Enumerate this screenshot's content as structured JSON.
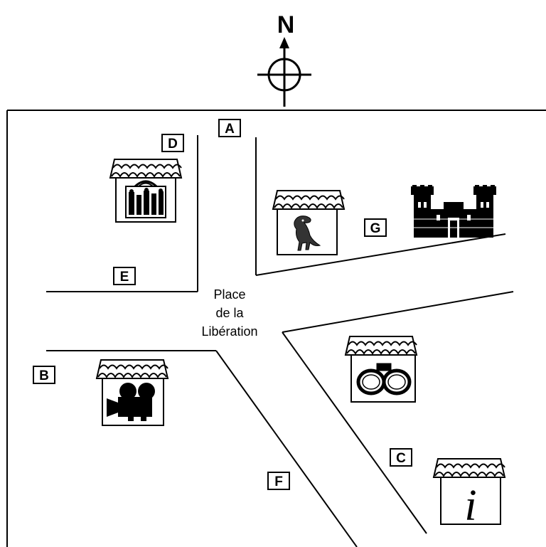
{
  "compass": {
    "label": "N",
    "icon": "compass-north-icon"
  },
  "place": {
    "line1": "Place",
    "line2": "de la",
    "line3": "Libération"
  },
  "labels": {
    "A": "A",
    "B": "B",
    "C": "C",
    "D": "D",
    "E": "E",
    "F": "F",
    "G": "G"
  },
  "buildings": {
    "shop": "shopping-bag-icon",
    "museum": "dinosaur-icon",
    "cinema": "movie-camera-icon",
    "police": "handcuffs-icon",
    "info": "i",
    "castle": "castle-icon"
  },
  "colors": {
    "ink": "#000000",
    "paper": "#ffffff"
  }
}
